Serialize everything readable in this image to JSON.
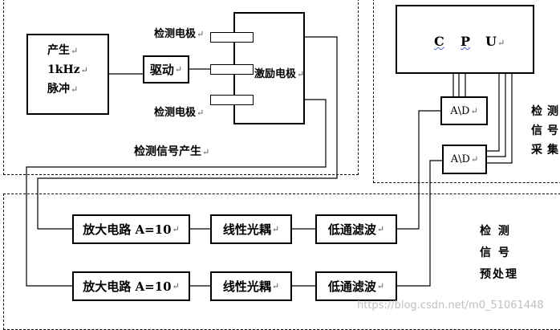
{
  "regions": {
    "generation_title": "检测信号产生",
    "acquisition_title": [
      "检测",
      "信号",
      "采集"
    ],
    "preprocess_title": [
      "检 测",
      "信 号",
      "预处理"
    ]
  },
  "generator": {
    "line1": "产生",
    "line2": "1kHz",
    "line3": "脉冲"
  },
  "driver": {
    "label": "驱动"
  },
  "electrodes": {
    "detect_top": "检测电极",
    "excite": "激励电极",
    "detect_bottom": "检测电极"
  },
  "cpu": {
    "letters": [
      "C",
      "P",
      "U"
    ]
  },
  "adc": {
    "top": "A\\D",
    "bottom": "A\\D"
  },
  "chain1": {
    "amp": "放大电路 A=10",
    "opto": "线性光耦",
    "filter": "低通滤波"
  },
  "chain2": {
    "amp": "放大电路 A=10",
    "opto": "线性光耦",
    "filter": "低通滤波"
  },
  "watermark": "https://blog.csdn.net/m0_51061448",
  "paragraph_mark": "↵"
}
